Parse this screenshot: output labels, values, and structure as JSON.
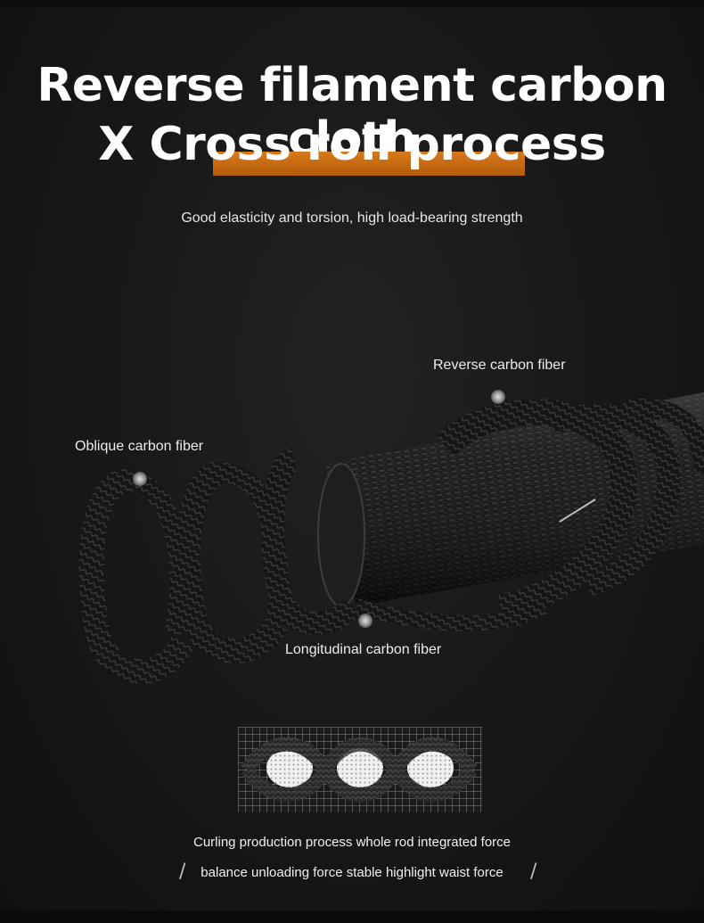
{
  "header": {
    "title_line_1": "Reverse filament carbon cloth",
    "title_line_2": "X Cross roll process",
    "subtitle": "Good elasticity and torsion, high load-bearing strength"
  },
  "callouts": {
    "reverse": "Reverse carbon fiber",
    "oblique": "Oblique carbon fiber",
    "longitudinal": "Longitudinal carbon fiber"
  },
  "footer": {
    "line_1": "Curling production process whole rod integrated force",
    "line_2": "balance unloading force stable highlight waist force",
    "separator": "/"
  },
  "colors": {
    "background": "#151515",
    "accent": "#c96c12",
    "text": "#ffffff"
  }
}
